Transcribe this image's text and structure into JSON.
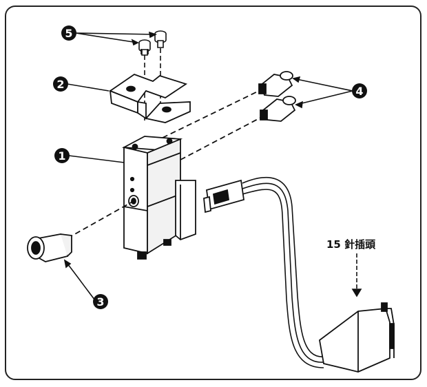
{
  "colors": {
    "ink": "#111111",
    "paper": "#ffffff",
    "frame": "#222222"
  },
  "labels": {
    "part1": "1",
    "part2": "2",
    "part3": "3",
    "part4": "4",
    "part5": "5",
    "connector": "15 針插頭"
  },
  "icons": {
    "screws": "hex-socket-screws",
    "bracket": "mounting-bracket",
    "valve": "solenoid-valve",
    "fitting_front": "push-in-fitting",
    "fittings_top": "elbow-fittings",
    "plug_small": "2-pin-connector",
    "plug_large": "15-pin-connector"
  }
}
